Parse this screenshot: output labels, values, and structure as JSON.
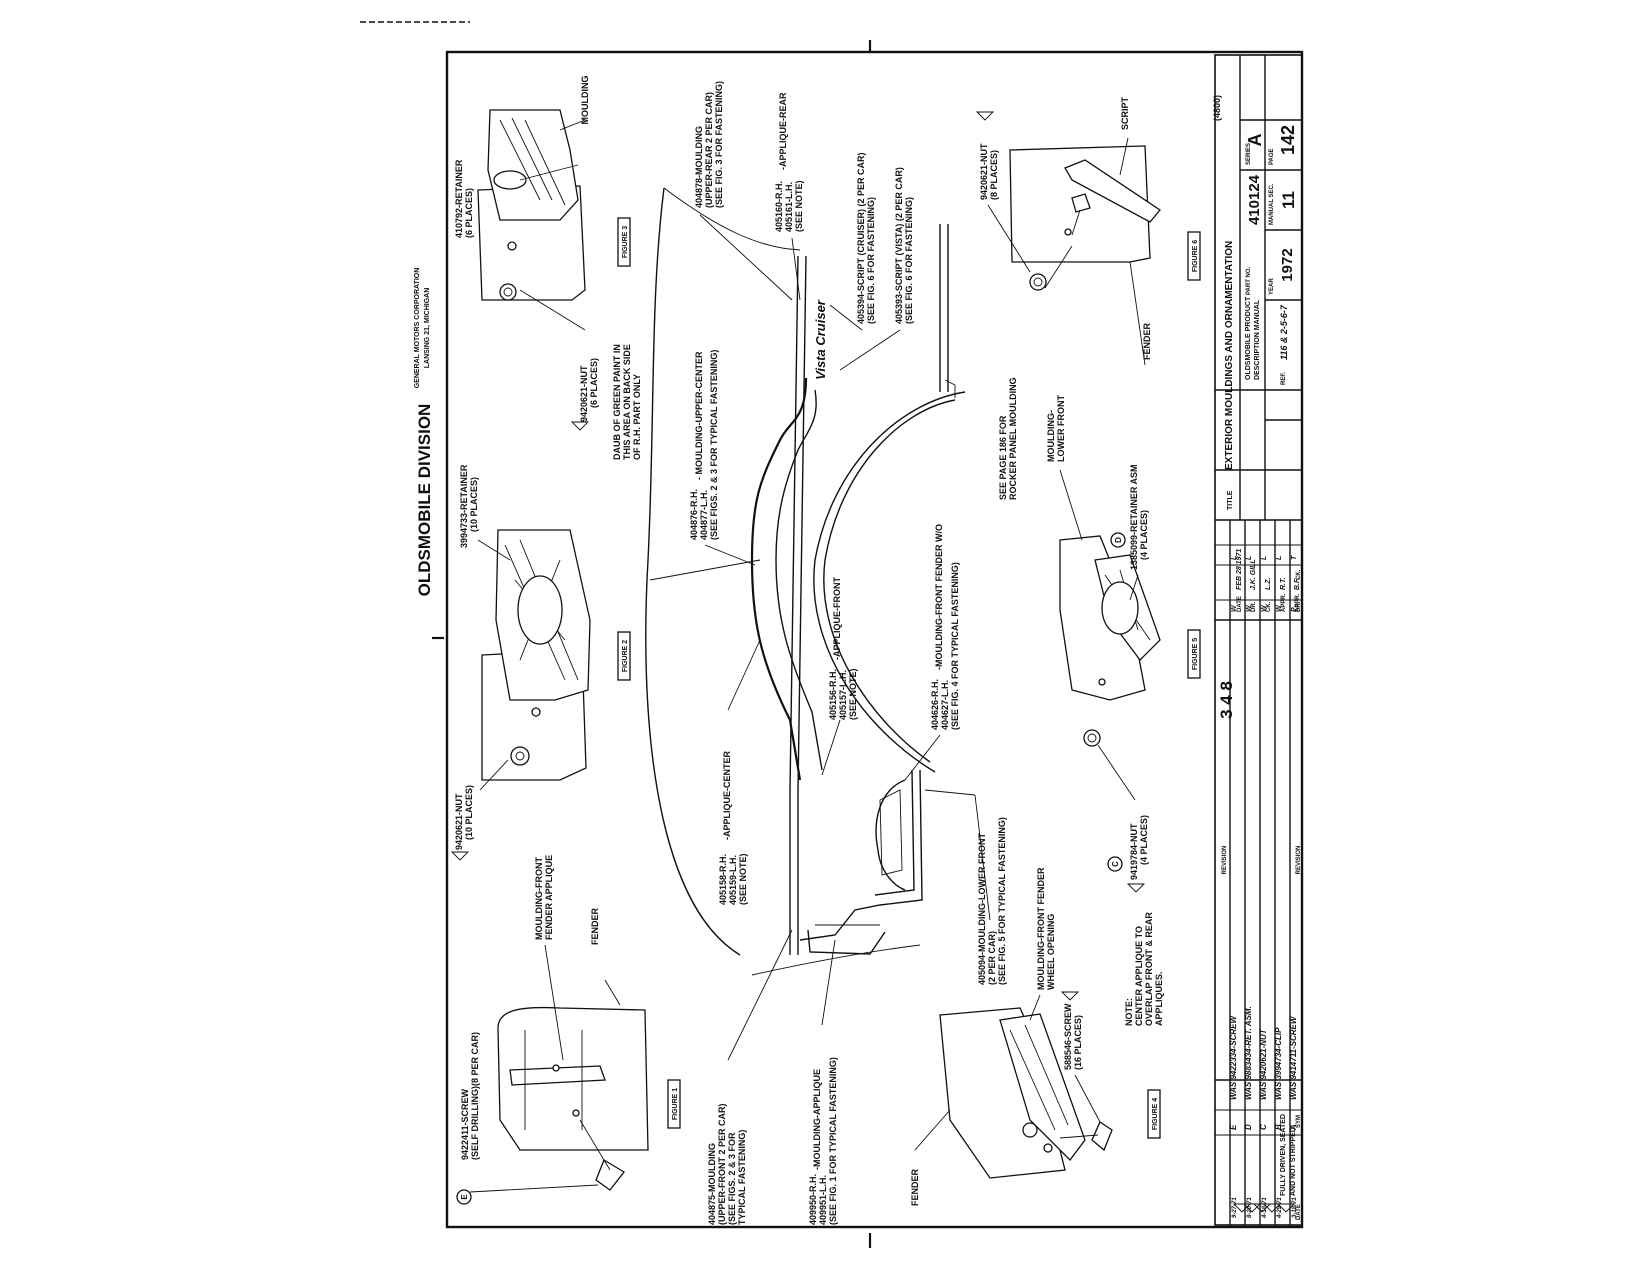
{
  "header": {
    "division": "OLDSMOBILE DIVISION",
    "corp": "GENERAL MOTORS CORPORATION",
    "city": "LANSING 21, MICHIGAN"
  },
  "page_number": "3 4 8",
  "figures": {
    "fig1": "FIGURE 1",
    "fig2": "FIGURE 2",
    "fig3": "FIGURE 3",
    "fig4": "FIGURE 4",
    "fig5": "FIGURE 5",
    "fig6": "FIGURE 6"
  },
  "labels": {
    "mould_fig3": "MOULDING",
    "ret_410792_a": "410792-RETAINER",
    "ret_410792_b": "(6 PLACES)",
    "nut_fig3_a": "9420621-NUT",
    "nut_fig3_b": "(6 PLACES)",
    "ret_3994733_a": "3994733-RETAINER",
    "ret_3994733_b": "(10 PLACES)",
    "nut_fig2_a": "9420621-NUT",
    "nut_fig2_b": "(10 PLACES)",
    "mfa_a": "MOULDING-FRONT",
    "mfa_b": "FENDER APPLIQUE",
    "fender_fig1": "FENDER",
    "screw_9422411_a": "9422411-SCREW",
    "screw_9422411_b": "(SELF DRILLING)(8 PER CAR)",
    "daub_a": "DAUB OF GREEN PAINT IN",
    "daub_b": "THIS AREA ON BACK SIDE",
    "daub_c": "OF R.H. PART ONLY",
    "m404878_a": "404878-MOULDING",
    "m404878_b": "(UPPER-REAR 2 PER CAR)",
    "m404878_c": "(SEE FIG. 3 FOR FASTENING)",
    "a405160_a": "405160-R.H.",
    "a405160_b": "405161-L.H.",
    "a405160_c": "-APPLIQUE-REAR",
    "a405160_d": "(SEE NOTE)",
    "s405394_a": "405394-SCRIPT (CRUISER) (2 PER CAR)",
    "s405394_b": "(SEE FIG. 6 FOR FASTENING)",
    "s405393_a": "405393-SCRIPT (VISTA) (2 PER CAR)",
    "s405393_b": "(SEE FIG. 6 FOR FASTENING)",
    "m404876_a": "404876-R.H.",
    "m404876_b": "404877-L.H.",
    "m404876_c": "- MOULDING-UPPER-CENTER",
    "m404876_d": "(SEE FIGS. 2 & 3 FOR TYPICAL FASTENING)",
    "af405156_a": "405156-R.H.",
    "af405156_b": "405157-L.H.",
    "af405156_c": "-APPLIQUE-FRONT",
    "af405156_d": "(SEE NOTE)",
    "mf404626_a": "404626-R.H.",
    "mf404626_b": "404627-L.H.",
    "mf404626_c": "-MOULDING-FRONT FENDER W/O",
    "mf404626_d": "(SEE FIG. 4 FOR TYPICAL FASTENING)",
    "ac405158_a": "405158-R.H.",
    "ac405158_b": "405159-L.H.",
    "ac405158_c": "-APPLIQUE-CENTER",
    "ac405158_d": "(SEE NOTE)",
    "m404875_a": "404875-MOULDING",
    "m404875_b": "(UPPER-FRONT 2 PER CAR)",
    "m404875_c": "(SEE FIGS. 2 & 3 FOR",
    "m404875_d": "TYPICAL FASTENING)",
    "ma409950_a": "409950-R.H.",
    "ma409950_b": "409951-L.H.",
    "ma409950_c": "-MOULDING-APPLIQUE",
    "ma409950_d": "(SEE FIG. 1 FOR TYPICAL FASTENING)",
    "ml405094_a": "405094-MOULDING-LOWER FRONT",
    "ml405094_b": "(2 PER CAR)",
    "ml405094_c": "(SEE FIG. 5 FOR TYPICAL FASTENING)",
    "nut_9419784_a": "9419784-NUT",
    "nut_9419784_b": "(4 PLACES)",
    "note_a": "NOTE:",
    "note_b": "CENTER APPLIQUE TO",
    "note_c": "OVERLAP FRONT & REAR",
    "note_d": "APPLIQUES.",
    "mfw_a": "MOULDING-FRONT FENDER",
    "mfw_b": "WHEEL OPENING",
    "screw_588546_a": "588546-SCREW",
    "screw_588546_b": "(16 PLACES)",
    "fender_fig4": "FENDER",
    "mlf_a": "MOULDING-",
    "mlf_b": "LOWER FRONT",
    "ret_1385099_a": "1385099-RETAINER ASM",
    "ret_1385099_b": "(4 PLACES)",
    "rocker_a": "SEE PAGE 186 FOR",
    "rocker_b": "ROCKER PANEL MOULDING",
    "nut_fig6_a": "9420621-NUT",
    "nut_fig6_b": "(8 PLACES)",
    "script_fig6": "SCRIPT",
    "fender_fig6": "FENDER",
    "script_word": "Vista Cruiser",
    "driven_a": "FULLY DRIVEN, SEATED",
    "driven_b": "AND NOT STRIPPED"
  },
  "symbols": {
    "sym_e": "E",
    "sym_c": "C",
    "sym_d": "D"
  },
  "title_block": {
    "code": "(4800)",
    "title_label": "TITLE",
    "title": "EXTERIOR MOULDINGS AND ORNAMENTATION",
    "prod_a": "OLDSMOBILE PRODUCT",
    "prod_b": "DESCRIPTION MANUAL",
    "part_no_label": "PART NO.",
    "part_no": "410124",
    "series_label": "SERIES",
    "series": "A",
    "year_label": "YEAR",
    "year": "1972",
    "manual_sec_label": "MANUAL SEC.",
    "manual_sec": "11",
    "page_label": "PAGE",
    "page": "142",
    "ref_label": "REF.",
    "ref": "116 & 2-5-6-7",
    "date_label": "DATE",
    "date": "FEB 28 1971",
    "dr_label": "DR.",
    "dr": "J.K. GILL",
    "ck_label": "CK.",
    "ck": "L.Z.",
    "appr1_label": "APPR.",
    "appr1": "R.T.",
    "appr2_label": "APPR.",
    "appr2": "B.F.",
    "revision_label": "REVISION",
    "date_col": "DATE",
    "sym_col": "SYM",
    "dr_col": "DR.",
    "ck_col": "CK."
  },
  "revisions": [
    {
      "date": "9-27-71",
      "sym": "E",
      "text": "WAS 9422334-SCREW",
      "dr": "W",
      "ck": "L"
    },
    {
      "date": "8-20-71",
      "sym": "D",
      "text": "WAS 9883434-RET. ASM.",
      "dr": "W",
      "ck": "L"
    },
    {
      "date": "4-18-71",
      "sym": "C",
      "text": "WAS 9420621-NUT",
      "dr": "W",
      "ck": "L"
    },
    {
      "date": "4-29-71",
      "sym": "B",
      "text": "WAS 3994734-CLIP",
      "dr": "W",
      "ck": "L"
    },
    {
      "date": "3-18-71",
      "sym": "A",
      "text": "WAS 9414711-SCREW",
      "dr": "P",
      "ck": "T"
    }
  ]
}
